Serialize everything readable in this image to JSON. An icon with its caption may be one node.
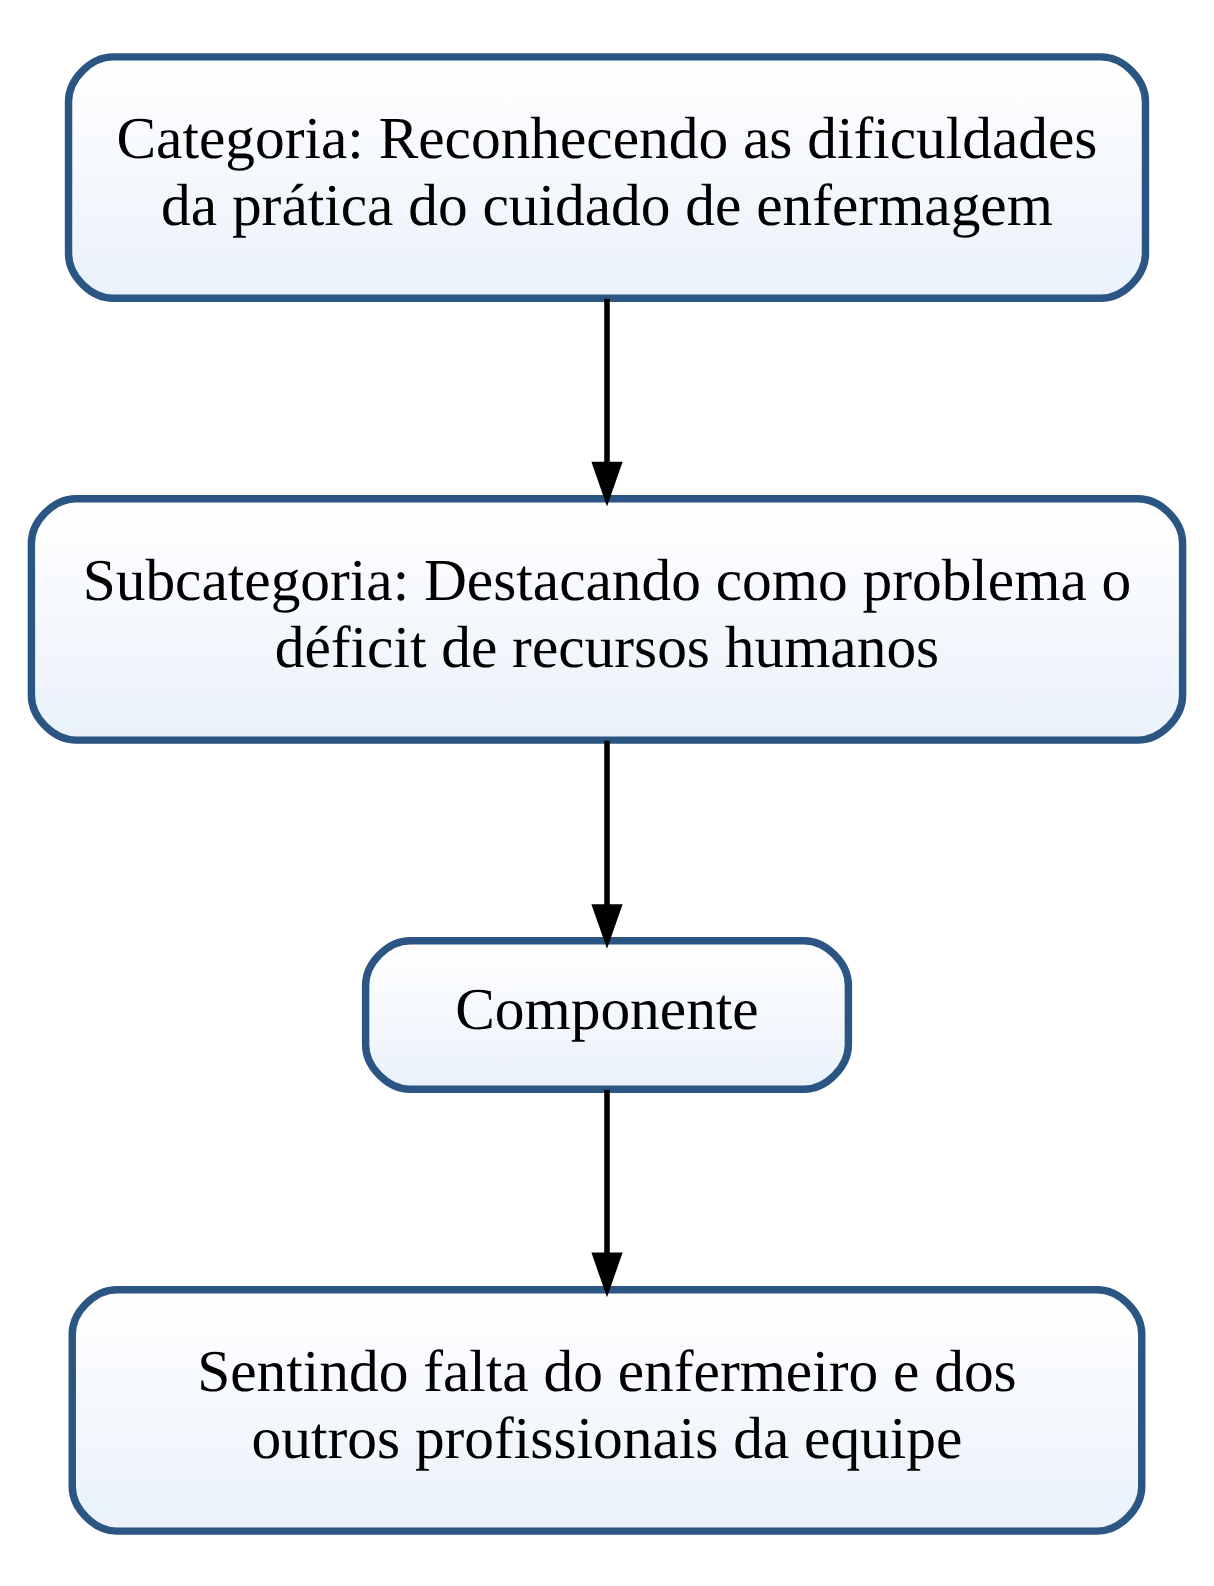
{
  "diagram": {
    "nodes": [
      {
        "text": [
          "Categoria: Reconhecendo as dificuldades da prática do cuidado de enfermagem"
        ]
      },
      {
        "text": [
          "Subcategoria: Destacando como problema o déficit de recursos humanos"
        ]
      },
      {
        "text": [
          "Componente"
        ]
      },
      {
        "text": [
          "Sentindo falta do enfermeiro e dos outros profissionais da equipe"
        ]
      }
    ],
    "edges": [
      {
        "from": 0,
        "to": 1,
        "arrow": "to"
      },
      {
        "from": 1,
        "to": 2,
        "arrow": "to"
      },
      {
        "from": 2,
        "to": 3,
        "arrow": "to"
      }
    ]
  }
}
